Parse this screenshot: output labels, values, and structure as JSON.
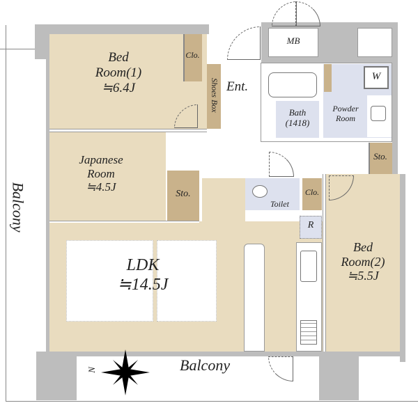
{
  "rooms": {
    "bed1": {
      "name": "Bed",
      "name2": "Room(1)",
      "size": "≒6.4J"
    },
    "japanese": {
      "name": "Japanese",
      "name2": "Room",
      "size": "≒4.5J"
    },
    "ldk": {
      "name": "LDK",
      "size": "≒14.5J"
    },
    "bed2": {
      "name": "Bed",
      "name2": "Room(2)",
      "size": "≒5.5J"
    },
    "bath": {
      "name": "Bath",
      "name2": "(1418)"
    },
    "powder": {
      "name": "Powder",
      "name2": "Room"
    },
    "toilet": "Toilet",
    "entrance": "Ent.",
    "shoes_box": "Shoes Box",
    "mb": "MB",
    "washer": "W",
    "fridge": "R",
    "clo": "Clo.",
    "sto": "Sto.",
    "balcony": "Balcony",
    "compass_n": "N"
  },
  "colors": {
    "room": "#e9dcbf",
    "storage": "#c9b28b",
    "wet": "#dde1ee",
    "wall": "#bdbdbd"
  }
}
